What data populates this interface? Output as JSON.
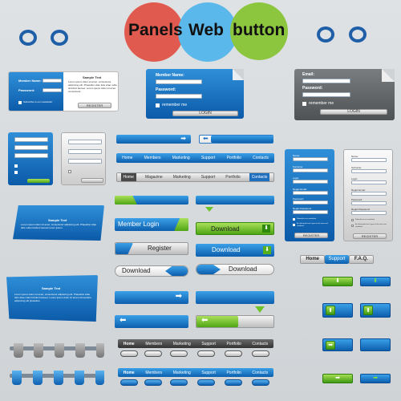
{
  "title": {
    "word1": "Panels",
    "word2": "Web",
    "word3": "button"
  },
  "colors": {
    "red": "#e05a4f",
    "blue": "#5ab8ea",
    "green": "#8cc63f"
  },
  "panel1": {
    "member_label": "Member Name:",
    "password_label": "Password:",
    "subscribe": "Subscribe to our newsletter",
    "sample_title": "Sample Text",
    "sample_body": "Lorem ipsum dolor sit amet, consectetur adipiscing elit. Phasellus vitae felis vitae nulla tincidunt laoreet. Lorem ipsum dolor sit amet consectetur.",
    "register": "REGISTER"
  },
  "panel2": {
    "member_label": "Member Name:",
    "password_label": "Password:",
    "remember": "remember me",
    "login": "LOGIN"
  },
  "panel3": {
    "email_label": "Email:",
    "password_label": "Password:",
    "remember": "remember me",
    "login": "LOGIN"
  },
  "nav": {
    "home": "Home",
    "members": "Members",
    "marketing": "Marketing",
    "support": "Support",
    "portfolio": "Portfolio",
    "contacts": "Contacts",
    "magazine": "Magazine"
  },
  "buttons": {
    "member_login": "Member Login",
    "register": "Register",
    "download": "Download"
  },
  "tabs3": {
    "home": "Home",
    "support": "Support",
    "faq": "F.A.Q."
  },
  "reg_form_blue": {
    "name": "Name:",
    "surname": "Surname:",
    "login": "Login:",
    "regist_email": "Regist Email:",
    "password": "Password:",
    "regist_password": "Regist Password:",
    "subscribe": "Subscribe to our newsletter",
    "terms": "By clicking this box I agree to the terms and conditions",
    "register": "REGISTER"
  },
  "reg_form_gray": {
    "name": "Name:",
    "surname": "Surname:",
    "login": "Login:",
    "regist_email": "Regist Email:",
    "password": "Password:",
    "regist_password": "Regist Password:",
    "subscribe": "Subscribe to our newsletter",
    "terms": "By clicking this box I agree to the terms and conditions",
    "register": "REGISTER"
  },
  "text_panels": {
    "p1_title": "Sample Text",
    "p1_body": "Lorem ipsum dolor sit amet, consectetur adipiscing elit. Phasellus vitae felis nulla tincidunt laoreet lorem ipsum.",
    "p2_title": "Sample Text",
    "p2_body": "Lorem ipsum dolor sit amet, consectetur adipiscing elit. Phasellus vitae felis vitae nulla tincidunt laoreet. Lorem ipsum dolor sit amet consectetur adipiscing elit phasellus."
  }
}
